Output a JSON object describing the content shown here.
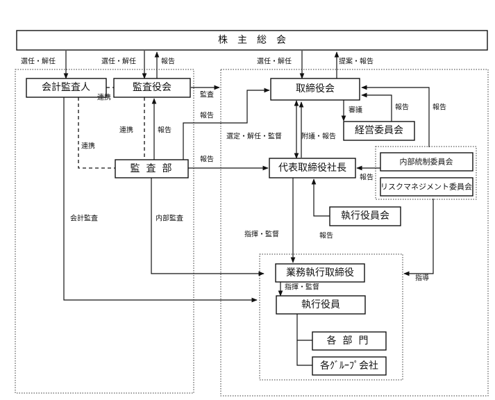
{
  "nodes": {
    "shareholders": "株主総会",
    "accounting_auditor": "会計監査人",
    "audit_board": "監査役会",
    "board": "取締役会",
    "management_committee": "経営委員会",
    "audit_dept": "監査部",
    "president": "代表取締役社長",
    "internal_control_committee": "内部統制委員会",
    "risk_committee": "リスクマネジメント委員会",
    "executive_officers_committee": "執行役員会",
    "executive_director": "業務執行取締役",
    "executive_officer": "執行役員",
    "departments": "各部門",
    "group_companies": "各ｸﾞﾙｰﾌﾟ会社"
  },
  "edges": {
    "elect_dismiss_auditor": "選任・解任",
    "elect_dismiss_audit_board": "選任・解任",
    "report_audit_board_up": "報告",
    "elect_dismiss_board": "選任・解任",
    "propose_report": "提案・報告",
    "coop_1": "連携",
    "audit": "監査",
    "report_audit_dept_to_board": "報告",
    "deliberation": "審議",
    "report_mgmt": "報告",
    "report_right": "報告",
    "coop_2": "連携",
    "report_audit_dept_to_audit_board": "報告",
    "coop_3": "連携",
    "appoint_dismiss_supervise": "選定・解任・監督",
    "resolution_report": "附議・報告",
    "report_audit_dept_to_president": "報告",
    "report_committees": "報告",
    "accounting_audit": "会計監査",
    "internal_audit": "内部監査",
    "command_supervise_1": "指揮・監督",
    "report_exec": "報告",
    "guidance": "指導",
    "command_supervise_2": "指揮・監督"
  }
}
